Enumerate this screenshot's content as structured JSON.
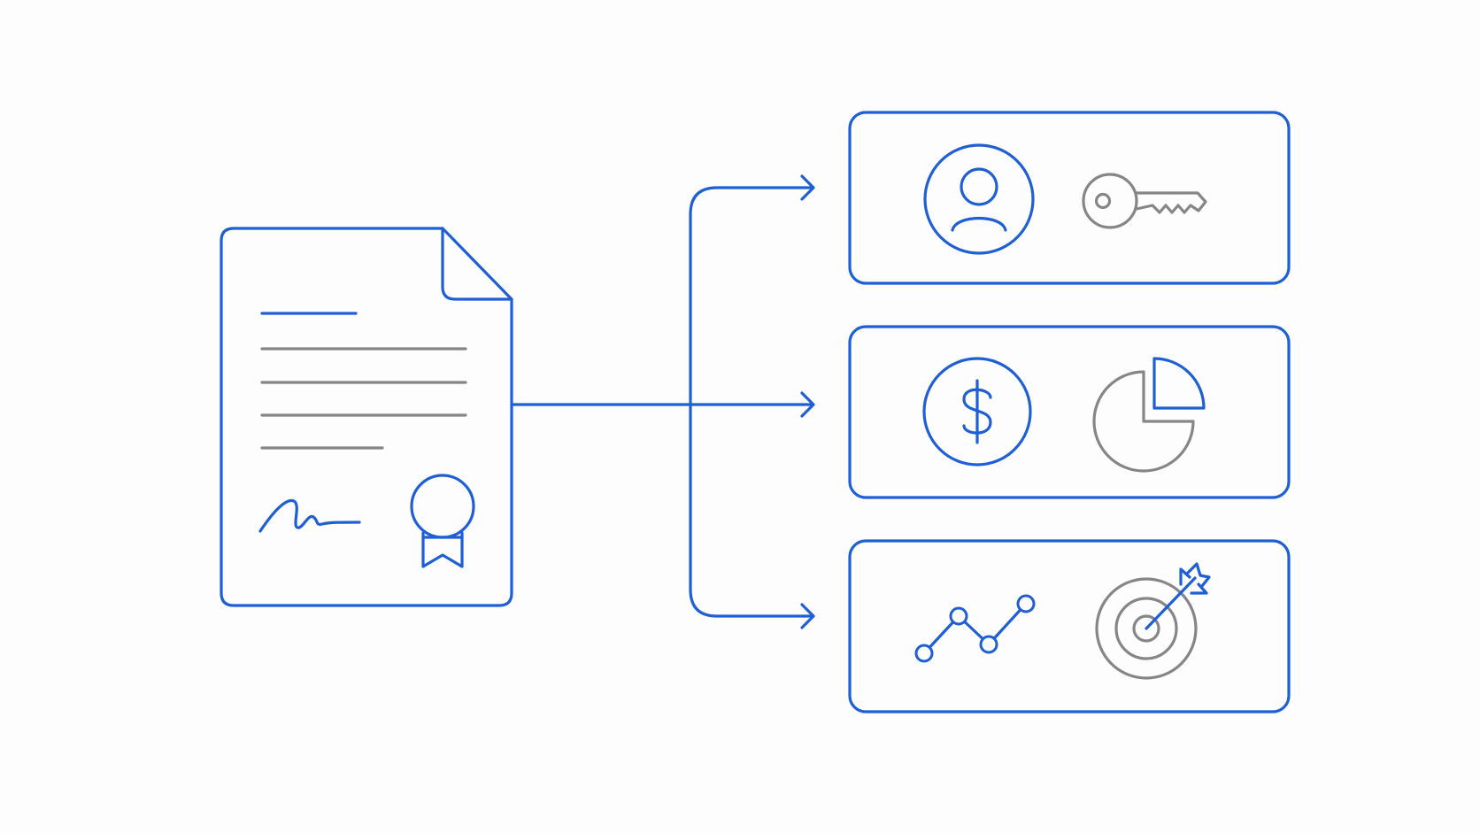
{
  "diagram": {
    "type": "flow",
    "source": {
      "name": "document",
      "icons": [
        "document-icon",
        "signature-icon",
        "award-seal-icon"
      ]
    },
    "targets": [
      {
        "name": "identity-access",
        "icons": [
          "user-icon",
          "key-icon"
        ]
      },
      {
        "name": "finance",
        "icons": [
          "dollar-icon",
          "pie-chart-icon"
        ]
      },
      {
        "name": "performance-goals",
        "icons": [
          "line-trend-icon",
          "target-icon"
        ]
      }
    ],
    "arrow_count": 3
  },
  "colors": {
    "accent": "#1f5fd6",
    "secondary": "#868686",
    "background": "#fdfdfd"
  }
}
